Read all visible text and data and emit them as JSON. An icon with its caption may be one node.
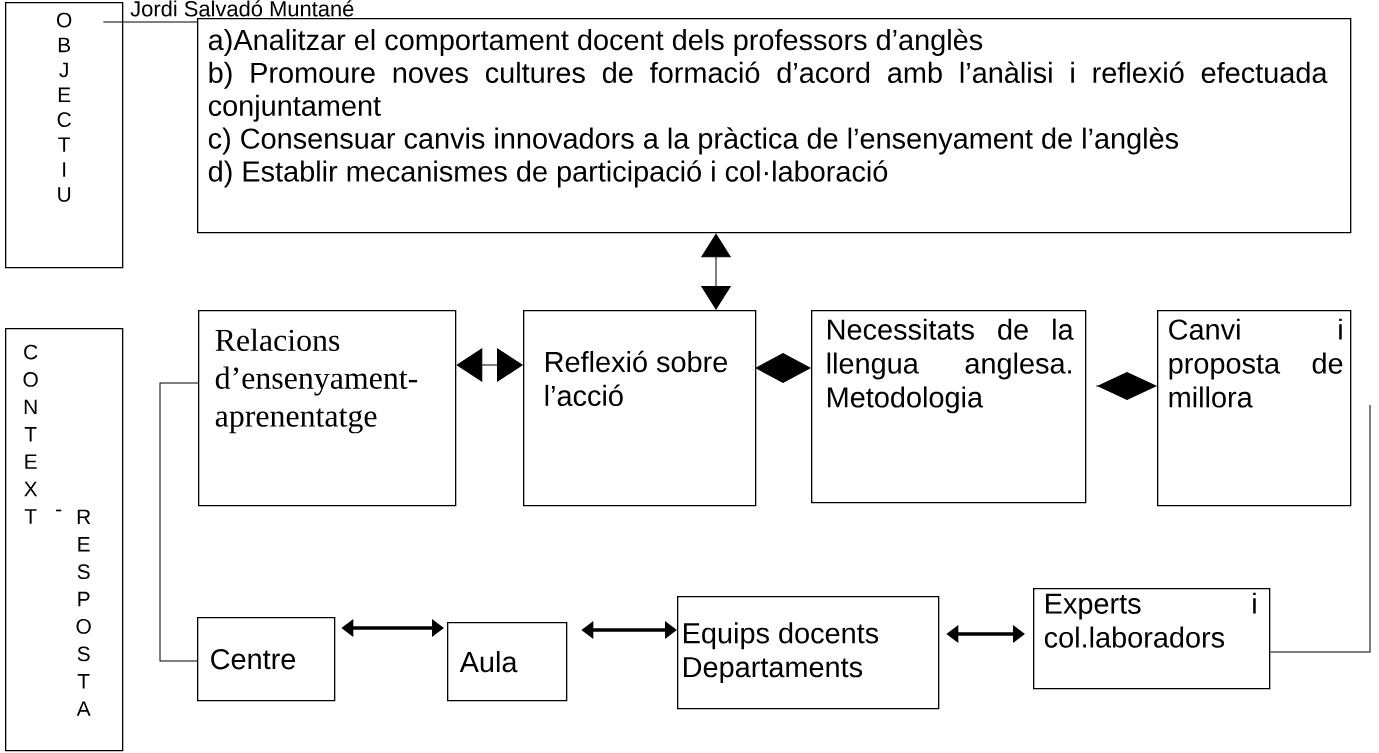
{
  "diagram": {
    "nodes": [
      {
        "text": [
          "OBJECTIU"
        ]
      },
      {
        "text": [
          "a)Analitzar el comportament docent dels professors d’anglès",
          "b) Promoure noves cultures de formació d’acord amb l’anàlisi i reflexió efectuada conjuntament",
          "c) Consensuar canvis innovadors a la pràctica de l’ensenyament de l’anglès",
          "d) Establir mecanismes de participació i col·laboració"
        ]
      },
      {
        "text": [
          "CONTEXT",
          "-",
          "RESPOSTA"
        ]
      },
      {
        "text": [
          "Relacions d’ensenyament-aprenentatge"
        ]
      },
      {
        "text": [
          "Reflexió sobre l’acció"
        ]
      },
      {
        "text": [
          "Necessitats de la llengua anglesa. Metodologia"
        ]
      },
      {
        "text": [
          "Canvi i proposta de millora"
        ]
      },
      {
        "text": [
          "Centre"
        ]
      },
      {
        "text": [
          "Aula"
        ]
      },
      {
        "text": [
          "Equips docents Departaments"
        ]
      },
      {
        "text": [
          "Experts i col.laboradors"
        ]
      }
    ],
    "edges": [
      {
        "from": 0,
        "to": 1,
        "arrow": "none"
      },
      {
        "from": 4,
        "to": 1,
        "arrow": "both"
      },
      {
        "from": 3,
        "to": 4,
        "arrow": "both"
      },
      {
        "from": 4,
        "to": 5,
        "arrow": "other"
      },
      {
        "from": 5,
        "to": 6,
        "arrow": "other"
      },
      {
        "from": 3,
        "to": 7,
        "arrow": "none"
      },
      {
        "from": 7,
        "to": 8,
        "arrow": "both",
        "style": "thick"
      },
      {
        "from": 8,
        "to": 9,
        "arrow": "both",
        "style": "thick"
      },
      {
        "from": 9,
        "to": 10,
        "arrow": "both",
        "style": "thick"
      },
      {
        "from": 10,
        "to": 6,
        "arrow": "none"
      }
    ],
    "labels": [
      "Jordi Salvadó Muntané"
    ]
  }
}
